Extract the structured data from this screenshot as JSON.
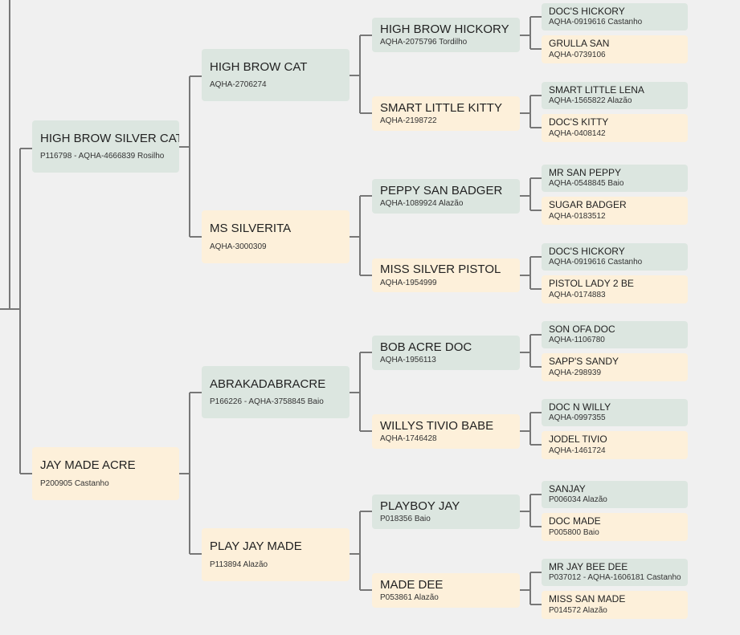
{
  "colors": {
    "male": "#dce6e0",
    "female": "#fdf0da",
    "connector": "#777777"
  },
  "horses": {
    "h1": {
      "name": "HIGH BROW SILVER CAT",
      "reg": "P116798 - AQHA-4666839 Rosilho",
      "sex": "male"
    },
    "h2": {
      "name": "JAY MADE ACRE",
      "reg": "P200905 Castanho",
      "sex": "female"
    },
    "h11": {
      "name": "HIGH BROW CAT",
      "reg": "AQHA-2706274",
      "sex": "male"
    },
    "h12": {
      "name": "MS SILVERITA",
      "reg": "AQHA-3000309",
      "sex": "female"
    },
    "h21": {
      "name": "ABRAKADABRACRE",
      "reg": "P166226 - AQHA-3758845 Baio",
      "sex": "male"
    },
    "h22": {
      "name": "PLAY JAY MADE",
      "reg": "P113894 Alazão",
      "sex": "female"
    },
    "h111": {
      "name": "HIGH BROW HICKORY",
      "reg": "AQHA-2075796 Tordilho",
      "sex": "male"
    },
    "h112": {
      "name": "SMART LITTLE KITTY",
      "reg": "AQHA-2198722",
      "sex": "female"
    },
    "h121": {
      "name": "PEPPY SAN BADGER",
      "reg": "AQHA-1089924 Alazão",
      "sex": "male"
    },
    "h122": {
      "name": "MISS SILVER PISTOL",
      "reg": "AQHA-1954999",
      "sex": "female"
    },
    "h211": {
      "name": "BOB ACRE DOC",
      "reg": "AQHA-1956113",
      "sex": "male"
    },
    "h212": {
      "name": "WILLYS TIVIO BABE",
      "reg": "AQHA-1746428",
      "sex": "female"
    },
    "h221": {
      "name": "PLAYBOY JAY",
      "reg": "P018356 Baio",
      "sex": "male"
    },
    "h222": {
      "name": "MADE DEE",
      "reg": "P053861 Alazão",
      "sex": "female"
    },
    "h1111": {
      "name": "DOC'S HICKORY",
      "reg": "AQHA-0919616 Castanho",
      "sex": "male"
    },
    "h1112": {
      "name": "GRULLA SAN",
      "reg": "AQHA-0739106",
      "sex": "female"
    },
    "h1121": {
      "name": "SMART LITTLE LENA",
      "reg": "AQHA-1565822 Alazão",
      "sex": "male"
    },
    "h1122": {
      "name": "DOC'S KITTY",
      "reg": "AQHA-0408142",
      "sex": "female"
    },
    "h1211": {
      "name": "MR SAN PEPPY",
      "reg": "AQHA-0548845 Baio",
      "sex": "male"
    },
    "h1212": {
      "name": "SUGAR BADGER",
      "reg": "AQHA-0183512",
      "sex": "female"
    },
    "h1221": {
      "name": "DOC'S HICKORY",
      "reg": "AQHA-0919616 Castanho",
      "sex": "male"
    },
    "h1222": {
      "name": "PISTOL LADY 2 BE",
      "reg": "AQHA-0174883",
      "sex": "female"
    },
    "h2111": {
      "name": "SON OFA DOC",
      "reg": "AQHA-1106780",
      "sex": "male"
    },
    "h2112": {
      "name": "SAPP'S SANDY",
      "reg": "AQHA-298939",
      "sex": "female"
    },
    "h2121": {
      "name": "DOC N WILLY",
      "reg": "AQHA-0997355",
      "sex": "male"
    },
    "h2122": {
      "name": "JODEL TIVIO",
      "reg": "AQHA-1461724",
      "sex": "female"
    },
    "h2211": {
      "name": "SANJAY",
      "reg": "P006034 Alazão",
      "sex": "male"
    },
    "h2212": {
      "name": "DOC MADE",
      "reg": "P005800 Baio",
      "sex": "female"
    },
    "h2221": {
      "name": "MR JAY BEE DEE",
      "reg": "P037012 - AQHA-1606181 Castanho",
      "sex": "male"
    },
    "h2222": {
      "name": "MISS SAN MADE",
      "reg": "P014572 Alazão",
      "sex": "female"
    }
  }
}
